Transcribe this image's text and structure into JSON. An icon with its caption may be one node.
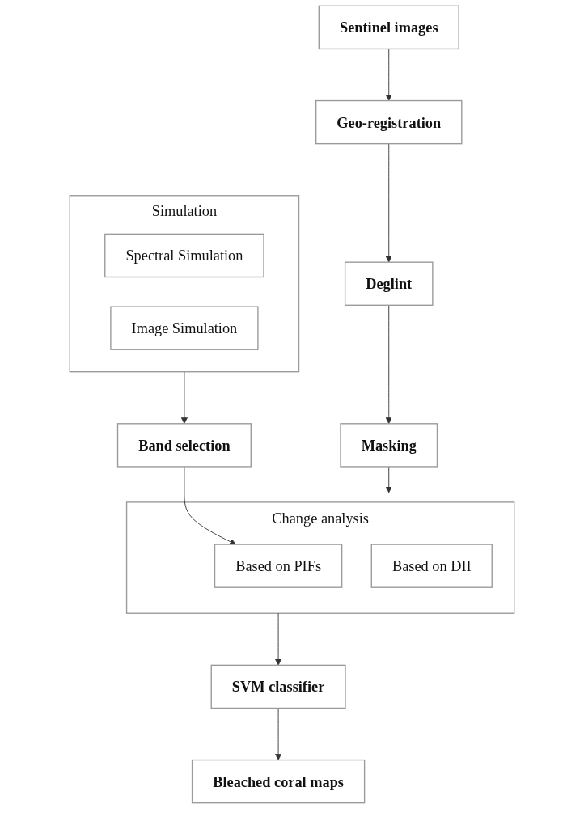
{
  "diagram": {
    "nodes": [
      {
        "text": [
          "Sentinel images"
        ]
      },
      {
        "text": [
          "Geo-registration"
        ]
      },
      {
        "text": [
          "Simulation"
        ]
      },
      {
        "text": [
          "Spectral Simulation"
        ],
        "in": 2
      },
      {
        "text": [
          "Image Simulation"
        ],
        "in": 2
      },
      {
        "text": [
          "Deglint"
        ]
      },
      {
        "text": [
          "Masking"
        ]
      },
      {
        "text": [
          "Change analysis"
        ]
      },
      {
        "text": [
          "Based on PIFs"
        ],
        "in": 7
      },
      {
        "text": [
          "Based on DII"
        ],
        "in": 7
      },
      {
        "text": [
          "Band selection"
        ]
      },
      {
        "text": [
          "SVM classifier"
        ]
      },
      {
        "text": [
          "Bleached coral maps"
        ]
      }
    ],
    "edges": [
      {
        "from": 0,
        "to": 1,
        "arrow": "to"
      },
      {
        "from": 1,
        "to": 5,
        "arrow": "to"
      },
      {
        "from": 5,
        "to": 6,
        "arrow": "to"
      },
      {
        "from": 6,
        "to": 7,
        "arrow": "to"
      },
      {
        "from": 2,
        "to": 10,
        "arrow": "to"
      },
      {
        "from": 10,
        "to": 8,
        "arrow": "to"
      },
      {
        "from": 7,
        "to": 11,
        "arrow": "to"
      },
      {
        "from": 11,
        "to": 12,
        "arrow": "to"
      }
    ]
  }
}
